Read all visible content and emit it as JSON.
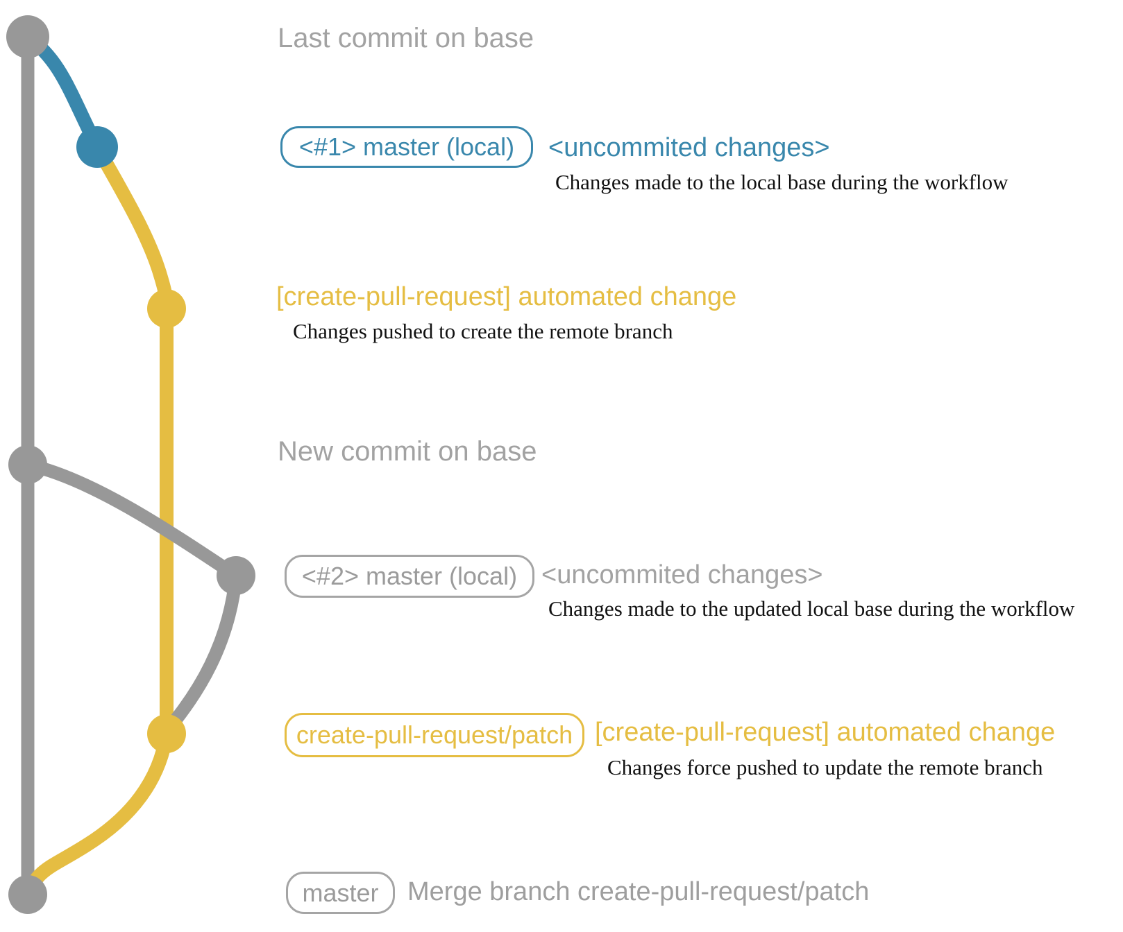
{
  "colors": {
    "branch_gray": "#989898",
    "text_gray": "#a2a2a2",
    "branch_blue": "#3987ac",
    "branch_yellow": "#e5bd42",
    "description_text": "#111111",
    "background": "#ffffff"
  },
  "graph": {
    "commits": [
      {
        "id": "last-commit-on-base",
        "color": "gray"
      },
      {
        "id": "local-uncommitted-1",
        "color": "blue"
      },
      {
        "id": "patch-branch-commit-1",
        "color": "yellow"
      },
      {
        "id": "new-commit-on-base",
        "color": "gray"
      },
      {
        "id": "local-uncommitted-2",
        "color": "gray"
      },
      {
        "id": "patch-branch-commit-2",
        "color": "yellow"
      },
      {
        "id": "merge-commit",
        "color": "gray"
      }
    ]
  },
  "annotations": {
    "last_commit_label": "Last commit on base",
    "row1": {
      "badge": "<#1> master (local)",
      "label": "<uncommited changes>",
      "description": "Changes made to the local base during the workflow"
    },
    "row2": {
      "label": "[create-pull-request] automated change",
      "description": "Changes pushed to create the remote branch"
    },
    "new_commit_label": "New commit on base",
    "row3": {
      "badge": "<#2> master (local)",
      "label": "<uncommited changes>",
      "description": "Changes made to the updated local base during the workflow"
    },
    "row4": {
      "badge": "create-pull-request/patch",
      "label": "[create-pull-request] automated change",
      "description": "Changes force pushed to update the remote branch"
    },
    "row5": {
      "badge": "master",
      "label": "Merge branch create-pull-request/patch"
    }
  }
}
